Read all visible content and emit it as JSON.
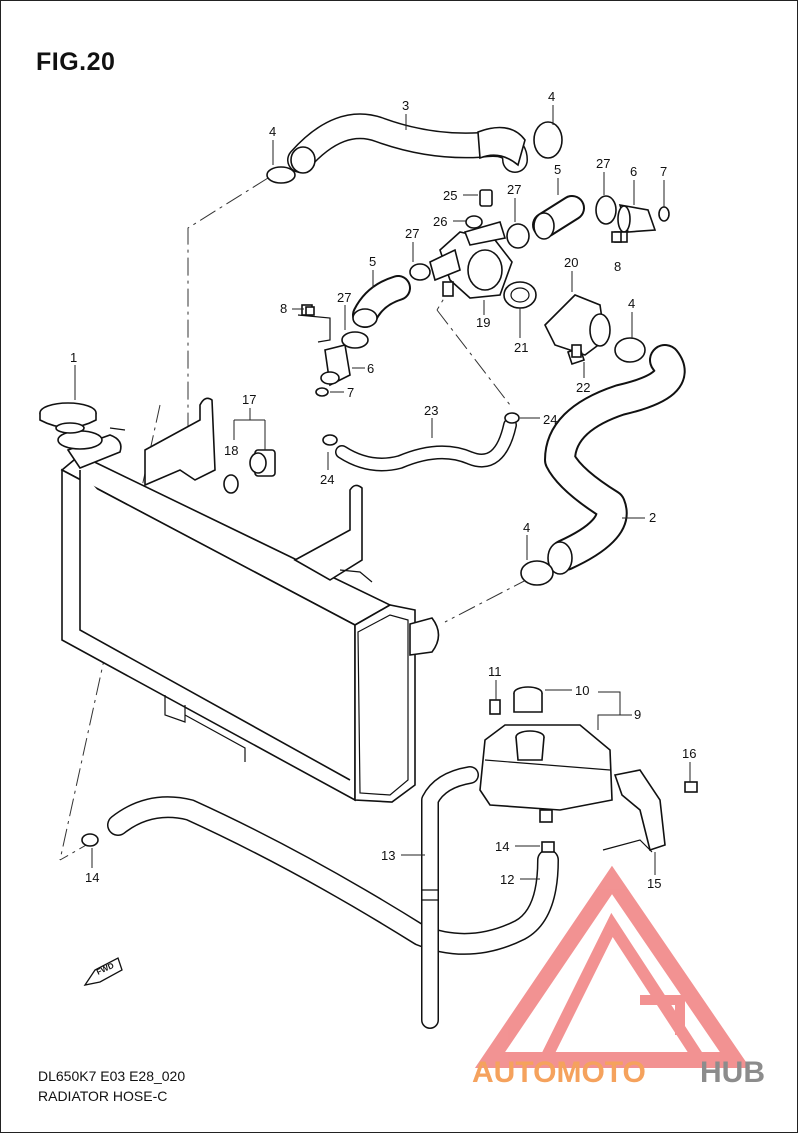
{
  "figure": {
    "title": "FIG.20",
    "code": "DL650K7 E03 E28_020",
    "name": "RADIATOR HOSE-C"
  },
  "watermark": {
    "text_part1": "AUTOMOTO",
    "text_part2": "HUB",
    "color_part1": "#F5A25D",
    "color_part2": "#8C8C8C",
    "logo_color": "#F08080"
  },
  "fwd_label": "FWD",
  "callouts": [
    "1",
    "2",
    "3",
    "4",
    "4",
    "4",
    "4",
    "5",
    "5",
    "6",
    "6",
    "7",
    "7",
    "8",
    "8",
    "9",
    "10",
    "11",
    "12",
    "13",
    "14",
    "14",
    "15",
    "16",
    "17",
    "18",
    "19",
    "20",
    "21",
    "22",
    "23",
    "24",
    "24",
    "25",
    "26",
    "27",
    "27",
    "27",
    "27"
  ]
}
